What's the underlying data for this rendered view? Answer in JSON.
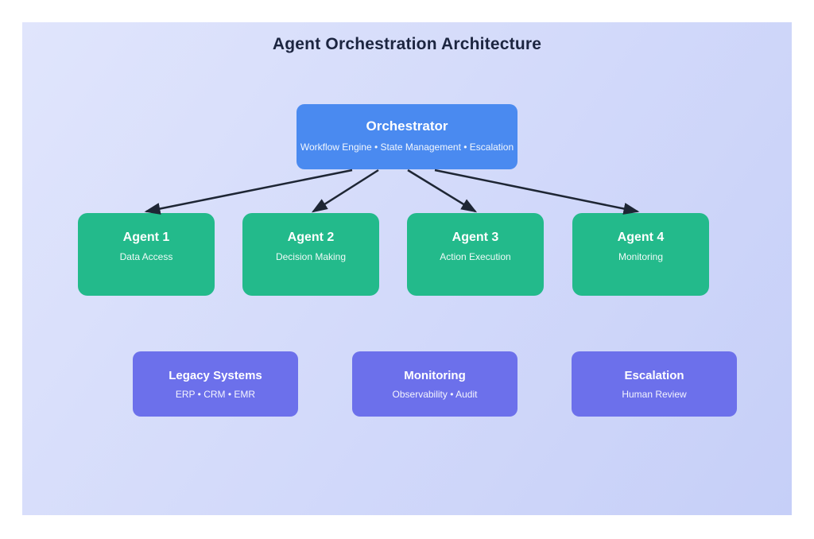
{
  "title": "Agent Orchestration Architecture",
  "orchestrator": {
    "title": "Orchestrator",
    "subtitle": "Workflow Engine • State Management • Escalation"
  },
  "agents": [
    {
      "title": "Agent 1",
      "subtitle": "Data Access"
    },
    {
      "title": "Agent 2",
      "subtitle": "Decision Making"
    },
    {
      "title": "Agent 3",
      "subtitle": "Action Execution"
    },
    {
      "title": "Agent 4",
      "subtitle": "Monitoring"
    }
  ],
  "services": [
    {
      "title": "Legacy Systems",
      "subtitle": "ERP • CRM • EMR"
    },
    {
      "title": "Monitoring",
      "subtitle": "Observability • Audit"
    },
    {
      "title": "Escalation",
      "subtitle": "Human Review"
    }
  ],
  "colors": {
    "orchestrator-fill": "#4a8af0",
    "agent-fill": "#23ba8b",
    "service-fill": "#6c70eb",
    "arrow-color": "#1e2634",
    "title-color": "#1c2540",
    "bg-start": "#e0e5fc",
    "bg-end": "#c6cff8"
  }
}
